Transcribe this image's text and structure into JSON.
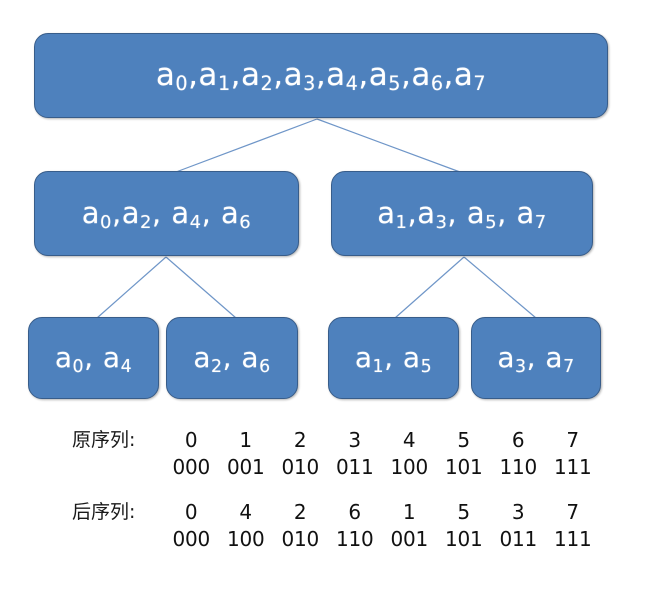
{
  "diagram": {
    "title_text": "",
    "colors": {
      "node_fill": "#4e81bd",
      "node_border": "#385d8a",
      "edge": "#6f96c8",
      "node_text": "#ffffff",
      "table_text": "#111111"
    },
    "levels": [
      {
        "name": "level-1",
        "nodes": [
          {
            "id": "root",
            "label": "a0,a1,a2,a3,a4,a5,a6,a7",
            "items": [
              "a0",
              "a1",
              "a2",
              "a3",
              "a4",
              "a5",
              "a6",
              "a7"
            ]
          }
        ]
      },
      {
        "name": "level-2",
        "nodes": [
          {
            "id": "even",
            "label": "a0,a2, a4, a6",
            "items": [
              "a0",
              "a2",
              "a4",
              "a6"
            ]
          },
          {
            "id": "odd",
            "label": "a1,a3, a5, a7",
            "items": [
              "a1",
              "a3",
              "a5",
              "a7"
            ]
          }
        ]
      },
      {
        "name": "level-3",
        "nodes": [
          {
            "id": "a0a4",
            "label": "a0, a4",
            "items": [
              "a0",
              "a4"
            ]
          },
          {
            "id": "a2a6",
            "label": "a2, a6",
            "items": [
              "a2",
              "a6"
            ]
          },
          {
            "id": "a1a5",
            "label": "a1, a5",
            "items": [
              "a1",
              "a5"
            ]
          },
          {
            "id": "a3a7",
            "label": "a3, a7",
            "items": [
              "a3",
              "a7"
            ]
          }
        ]
      }
    ]
  },
  "sequence_table": {
    "original": {
      "label": "原序列:",
      "decimal": [
        "0",
        "1",
        "2",
        "3",
        "4",
        "5",
        "6",
        "7"
      ],
      "binary": [
        "000",
        "001",
        "010",
        "011",
        "100",
        "101",
        "110",
        "111"
      ]
    },
    "permuted": {
      "label": "后序列:",
      "decimal": [
        "0",
        "4",
        "2",
        "6",
        "1",
        "5",
        "3",
        "7"
      ],
      "binary": [
        "000",
        "100",
        "010",
        "110",
        "001",
        "101",
        "011",
        "111"
      ]
    }
  }
}
